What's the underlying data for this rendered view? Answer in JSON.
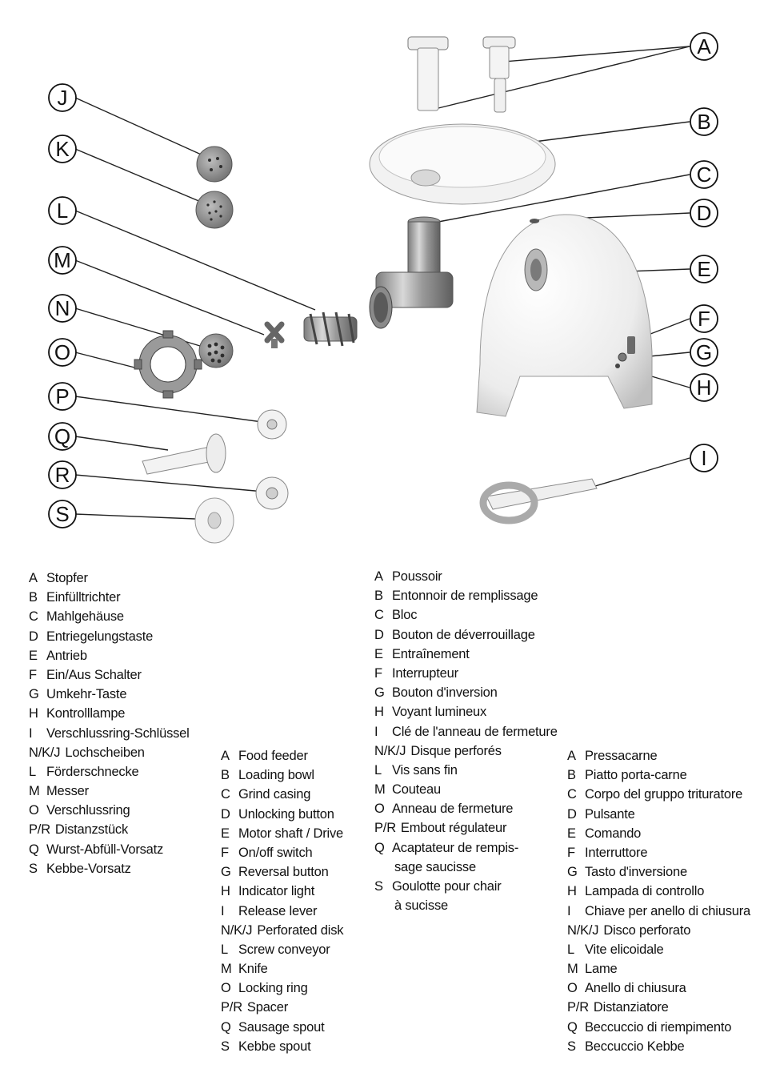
{
  "callouts": [
    "A",
    "B",
    "C",
    "D",
    "E",
    "F",
    "G",
    "H",
    "I",
    "J",
    "K",
    "L",
    "M",
    "N",
    "O",
    "P",
    "Q",
    "R",
    "S"
  ],
  "legends": {
    "de": [
      {
        "code": "A",
        "text": "Stopfer"
      },
      {
        "code": "B",
        "text": "Einfülltrichter"
      },
      {
        "code": "C",
        "text": "Mahlgehäuse"
      },
      {
        "code": "D",
        "text": "Entriegelungstaste"
      },
      {
        "code": "E",
        "text": "Antrieb"
      },
      {
        "code": "F",
        "text": "Ein/Aus Schalter"
      },
      {
        "code": "G",
        "text": "Umkehr-Taste"
      },
      {
        "code": "H",
        "text": "Kontrolllampe"
      },
      {
        "code": "I",
        "text": "Verschlussring-Schlüssel"
      },
      {
        "code": "N/K/J",
        "text": "Lochscheiben"
      },
      {
        "code": "L",
        "text": "Förderschnecke"
      },
      {
        "code": "M",
        "text": "Messer"
      },
      {
        "code": "O",
        "text": "Verschlussring"
      },
      {
        "code": "P/R",
        "text": "Distanzstück"
      },
      {
        "code": "Q",
        "text": "Wurst-Abfüll-Vorsatz"
      },
      {
        "code": "S",
        "text": "Kebbe-Vorsatz"
      }
    ],
    "en": [
      {
        "code": "A",
        "text": "Food feeder"
      },
      {
        "code": "B",
        "text": "Loading bowl"
      },
      {
        "code": "C",
        "text": "Grind casing"
      },
      {
        "code": "D",
        "text": "Unlocking button"
      },
      {
        "code": "E",
        "text": "Motor shaft / Drive"
      },
      {
        "code": "F",
        "text": "On/off switch"
      },
      {
        "code": "G",
        "text": "Reversal button"
      },
      {
        "code": "H",
        "text": "Indicator light"
      },
      {
        "code": "I",
        "text": "Release lever"
      },
      {
        "code": "N/K/J",
        "text": "Perforated disk"
      },
      {
        "code": "L",
        "text": "Screw conveyor"
      },
      {
        "code": "M",
        "text": "Knife"
      },
      {
        "code": "O",
        "text": "Locking ring"
      },
      {
        "code": "P/R",
        "text": "Spacer"
      },
      {
        "code": "Q",
        "text": "Sausage spout"
      },
      {
        "code": "S",
        "text": "Kebbe spout"
      }
    ],
    "fr": [
      {
        "code": "A",
        "text": "Poussoir"
      },
      {
        "code": "B",
        "text": "Entonnoir de remplissage"
      },
      {
        "code": "C",
        "text": "Bloc"
      },
      {
        "code": "D",
        "text": "Bouton de déverrouillage"
      },
      {
        "code": "E",
        "text": "Entraînement"
      },
      {
        "code": "F",
        "text": "Interrupteur"
      },
      {
        "code": "G",
        "text": "Bouton d'inversion"
      },
      {
        "code": "H",
        "text": "Voyant lumineux"
      },
      {
        "code": "I",
        "text": "Clé de l'anneau de fermeture"
      },
      {
        "code": "N/K/J",
        "text": "Disque perforés"
      },
      {
        "code": "L",
        "text": "Vis sans fin"
      },
      {
        "code": "M",
        "text": "Couteau"
      },
      {
        "code": "O",
        "text": "Anneau de fermeture"
      },
      {
        "code": "P/R",
        "text": "Embout régulateur"
      },
      {
        "code": "Q",
        "text": "Acaptateur de rempis-",
        "cont": "sage saucisse"
      },
      {
        "code": "S",
        "text": "Goulotte pour chair",
        "cont": "à sucisse"
      }
    ],
    "it": [
      {
        "code": "A",
        "text": "Pressacarne"
      },
      {
        "code": "B",
        "text": "Piatto porta-carne"
      },
      {
        "code": "C",
        "text": "Corpo del gruppo trituratore"
      },
      {
        "code": "D",
        "text": "Pulsante"
      },
      {
        "code": "E",
        "text": "Comando"
      },
      {
        "code": "F",
        "text": "Interruttore"
      },
      {
        "code": "G",
        "text": "Tasto d'inversione"
      },
      {
        "code": "H",
        "text": "Lampada di controllo"
      },
      {
        "code": "I",
        "text": "Chiave per anello di chiusura"
      },
      {
        "code": "N/K/J",
        "text": "Disco perforato"
      },
      {
        "code": "L",
        "text": "Vite elicoidale"
      },
      {
        "code": "M",
        "text": "Lame"
      },
      {
        "code": "O",
        "text": "Anello di chiusura"
      },
      {
        "code": "P/R",
        "text": "Distanziatore"
      },
      {
        "code": "Q",
        "text": "Beccuccio di riempimento"
      },
      {
        "code": "S",
        "text": "Beccuccio Kebbe"
      }
    ]
  }
}
